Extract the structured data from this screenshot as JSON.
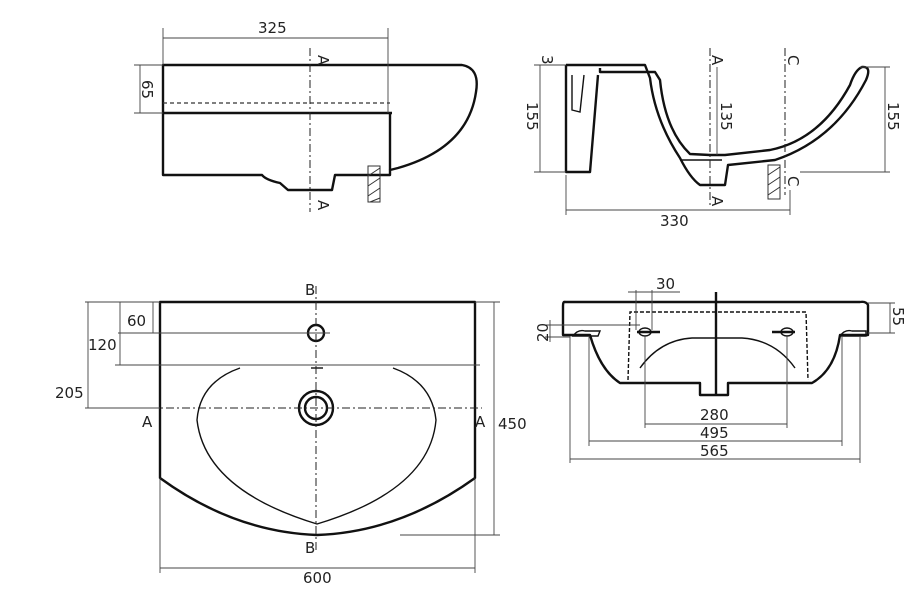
{
  "side_view": {
    "width_label": "325",
    "rim_label": "65",
    "section_top": "A",
    "section_bottom": "A"
  },
  "section_view": {
    "left_height": "155",
    "rim_thickness": "3",
    "inner_depth": "135",
    "right_height": "155",
    "depth_label": "330",
    "section_a_top": "A",
    "section_a_bottom": "A",
    "section_c_top": "C",
    "section_c_bottom": "C"
  },
  "plan_view": {
    "tap_offset": "60",
    "upper_offset": "120",
    "center_offset": "205",
    "width_label": "600",
    "depth_label": "450",
    "axis_b_top": "B",
    "axis_b_bottom": "B",
    "axis_a_left": "A",
    "axis_a_right": "A"
  },
  "front_view": {
    "hole_size": "30",
    "hole_height": "20",
    "rim_height": "55",
    "hole_spacing": "280",
    "inner_width": "495",
    "outer_width": "565"
  }
}
